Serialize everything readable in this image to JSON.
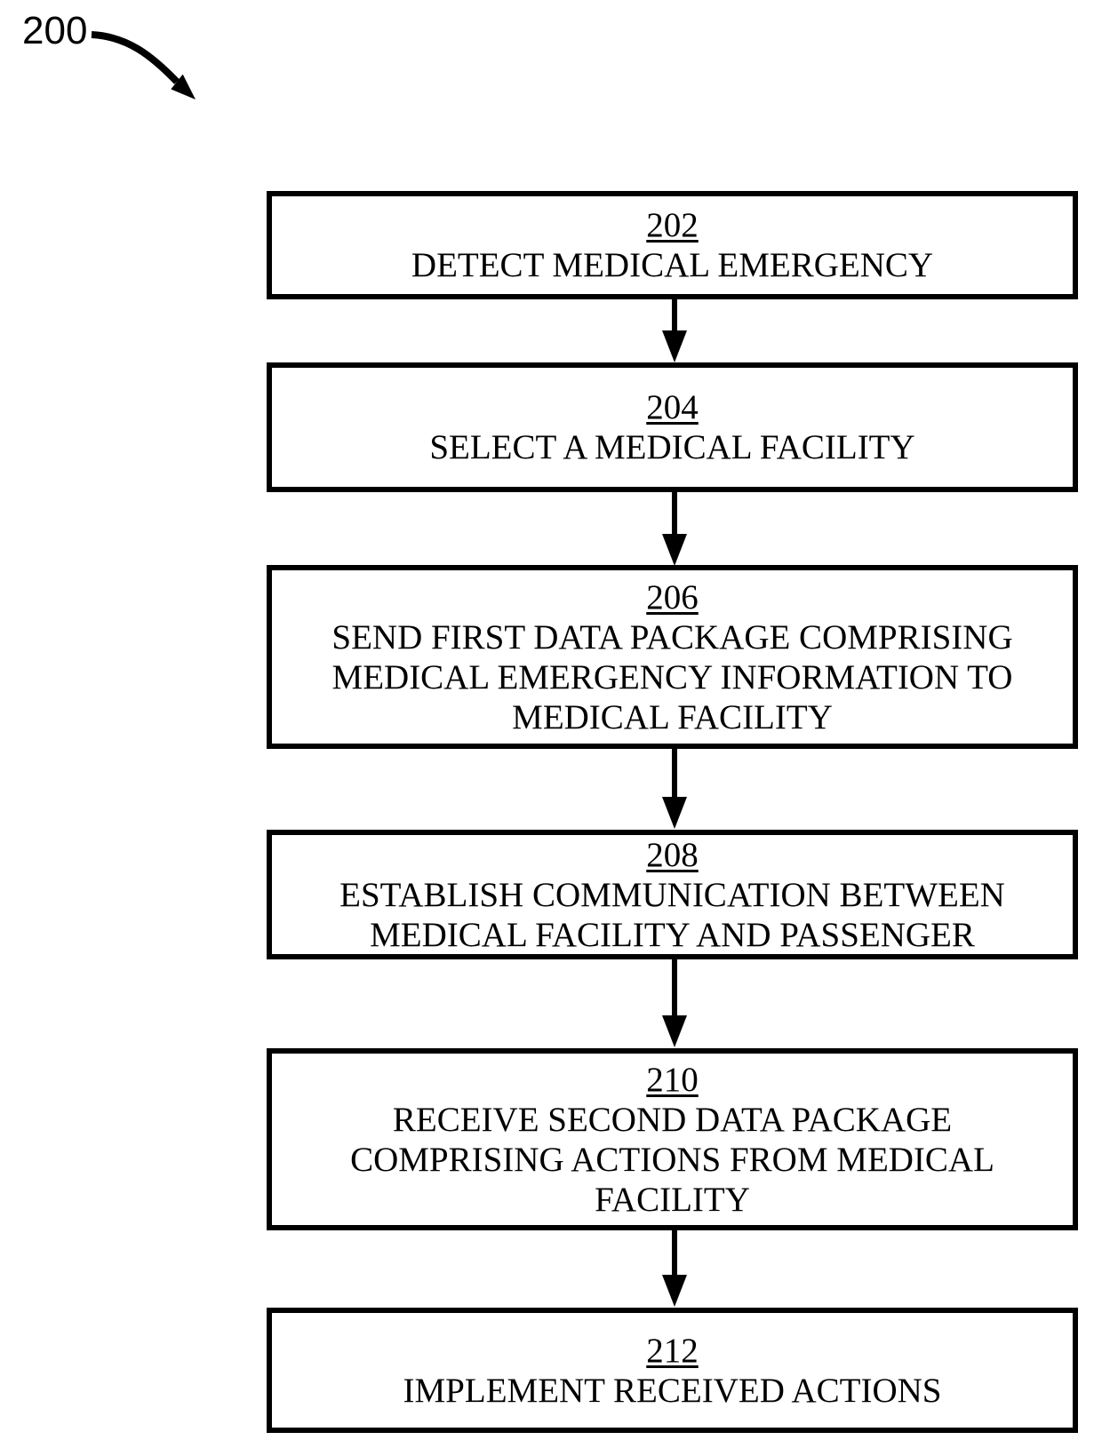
{
  "figure": {
    "reference_label": "200",
    "type": "flowchart",
    "colors": {
      "line": "#000000",
      "background": "#ffffff"
    },
    "nodes": [
      {
        "id": "202",
        "lines": [
          "DETECT MEDICAL EMERGENCY"
        ]
      },
      {
        "id": "204",
        "lines": [
          "SELECT A MEDICAL FACILITY"
        ]
      },
      {
        "id": "206",
        "lines": [
          "SEND FIRST DATA PACKAGE COMPRISING",
          "MEDICAL EMERGENCY INFORMATION TO",
          "MEDICAL FACILITY"
        ]
      },
      {
        "id": "208",
        "lines": [
          "ESTABLISH COMMUNICATION BETWEEN",
          "MEDICAL FACILITY AND PASSENGER"
        ]
      },
      {
        "id": "210",
        "lines": [
          "RECEIVE SECOND DATA PACKAGE",
          "COMPRISING ACTIONS FROM MEDICAL",
          "FACILITY"
        ]
      },
      {
        "id": "212",
        "lines": [
          "IMPLEMENT RECEIVED ACTIONS"
        ]
      }
    ],
    "connectors": [
      {
        "from": "202",
        "to": "204"
      },
      {
        "from": "204",
        "to": "206"
      },
      {
        "from": "206",
        "to": "208"
      },
      {
        "from": "208",
        "to": "210"
      },
      {
        "from": "210",
        "to": "212"
      }
    ]
  }
}
